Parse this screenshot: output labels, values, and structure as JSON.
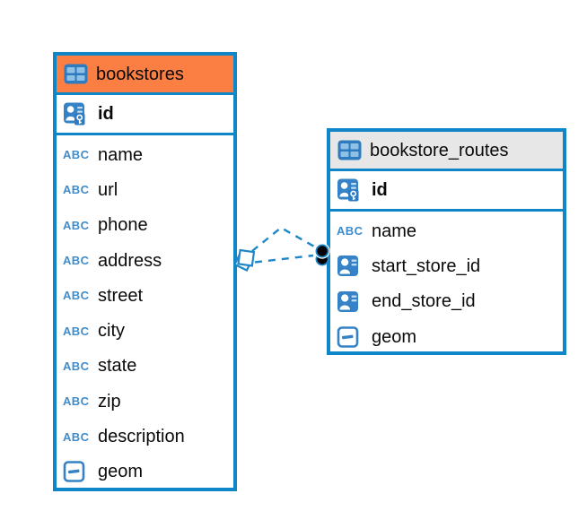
{
  "diagram": {
    "abc_icon_text": "ABC",
    "tables": [
      {
        "name": "bookstores",
        "header_color": "#fb7f43",
        "columns": [
          {
            "label": "id",
            "icon": "primary-key-icon"
          },
          {
            "label": "name",
            "icon": "text-type-icon"
          },
          {
            "label": "url",
            "icon": "text-type-icon"
          },
          {
            "label": "phone",
            "icon": "text-type-icon"
          },
          {
            "label": "address",
            "icon": "text-type-icon"
          },
          {
            "label": "street",
            "icon": "text-type-icon"
          },
          {
            "label": "city",
            "icon": "text-type-icon"
          },
          {
            "label": "state",
            "icon": "text-type-icon"
          },
          {
            "label": "zip",
            "icon": "text-type-icon"
          },
          {
            "label": "description",
            "icon": "text-type-icon"
          },
          {
            "label": "geom",
            "icon": "geometry-type-icon"
          }
        ]
      },
      {
        "name": "bookstore_routes",
        "header_color": "#e7e7e7",
        "columns": [
          {
            "label": "id",
            "icon": "primary-key-icon"
          },
          {
            "label": "name",
            "icon": "text-type-icon"
          },
          {
            "label": "start_store_id",
            "icon": "foreign-key-icon"
          },
          {
            "label": "end_store_id",
            "icon": "foreign-key-icon"
          },
          {
            "label": "geom",
            "icon": "geometry-type-icon"
          }
        ]
      }
    ],
    "relationships": [
      {
        "from_table": "bookstores",
        "to_table": "bookstore_routes",
        "line_style": "dashed"
      },
      {
        "from_table": "bookstores",
        "to_table": "bookstore_routes",
        "line_style": "dashed"
      }
    ],
    "colors": {
      "table_border": "#0f86c8",
      "relationship_line": "#1e87c8",
      "bookstores_header": "#fb7f43",
      "bookstore_routes_header": "#e7e7e7",
      "icon_blue": "#3583c6",
      "icon_light_blue": "#8fc0e6",
      "text": "#0a0a0a"
    }
  }
}
